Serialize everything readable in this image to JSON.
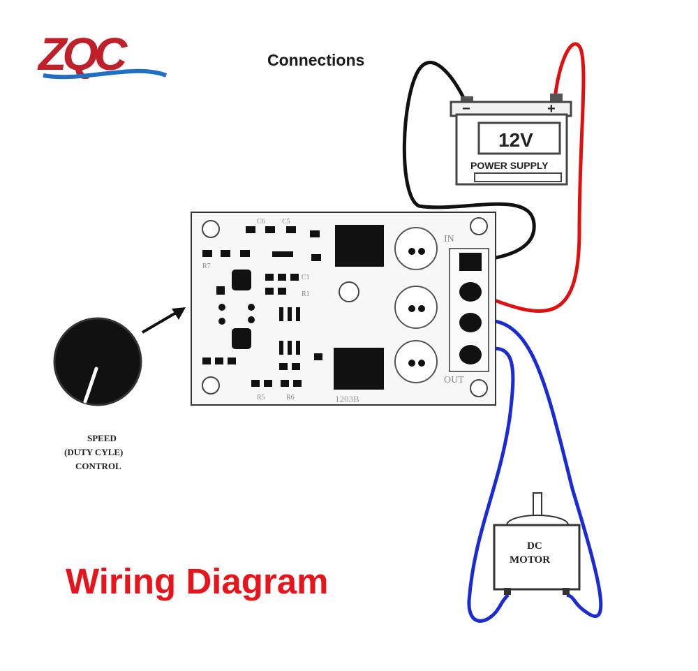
{
  "logo": {
    "text": "ZQC",
    "colors": {
      "z": "#c0202a",
      "q": "#1f6fc2",
      "c": "#c0202a"
    }
  },
  "heading": "Connections",
  "power_supply": {
    "voltage": "12V",
    "label": "POWER SUPPLY",
    "negative": "−",
    "positive": "+"
  },
  "board": {
    "model": "1203B",
    "in_label": "IN",
    "out_label": "OUT",
    "component_labels": [
      "C6",
      "C5",
      "R7",
      "C1",
      "R1",
      "R5",
      "R6"
    ]
  },
  "knob_label": {
    "line1": "SPEED",
    "line2": "(DUTY CYLE)",
    "line3": "CONTROL"
  },
  "motor": {
    "line1": "DC",
    "line2": "MOTOR"
  },
  "title": "Wiring Diagram",
  "colors": {
    "positive_wire": "#e01010",
    "negative_wire": "#111111",
    "motor_wire": "#1a2bd6",
    "title": "#e8141c"
  }
}
